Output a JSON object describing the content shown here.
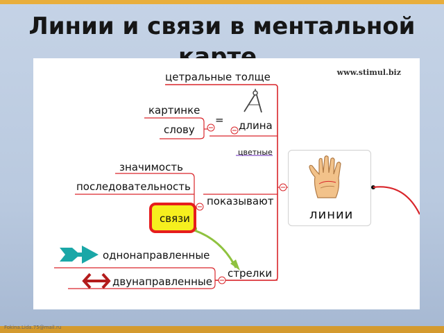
{
  "slide": {
    "title": "Линии и связи в ментальной карте.",
    "footer": "Fokina.Lida.75@mail.ru"
  },
  "mindmap": {
    "website": "www.stimul.biz",
    "central": "линии",
    "nodes": {
      "thick": "цетральные толще",
      "picture": "картинке",
      "word": "слову",
      "equals": "=",
      "length": "длина",
      "colored": "цветные",
      "importance": "значимость",
      "sequence": "последовательность",
      "show": "показывают",
      "links": "связи",
      "oneway": "однонаправленные",
      "twoway": "двунаправленные",
      "arrows": "стрелки"
    },
    "collapse_symbol": "−"
  },
  "colors": {
    "branch_line": "#d9252a",
    "highlight_fill": "#f6ef1e",
    "highlight_border": "#e61d1d",
    "curve_green": "#8fc23f",
    "oneway_arrow": "#1aa7a7",
    "twoway_arrow": "#b31b1b",
    "purple_underline": "#9a6fd0"
  },
  "icons": [
    "compass-icon",
    "palm-icon",
    "one-way-arrow-icon",
    "two-way-arrow-icon"
  ]
}
